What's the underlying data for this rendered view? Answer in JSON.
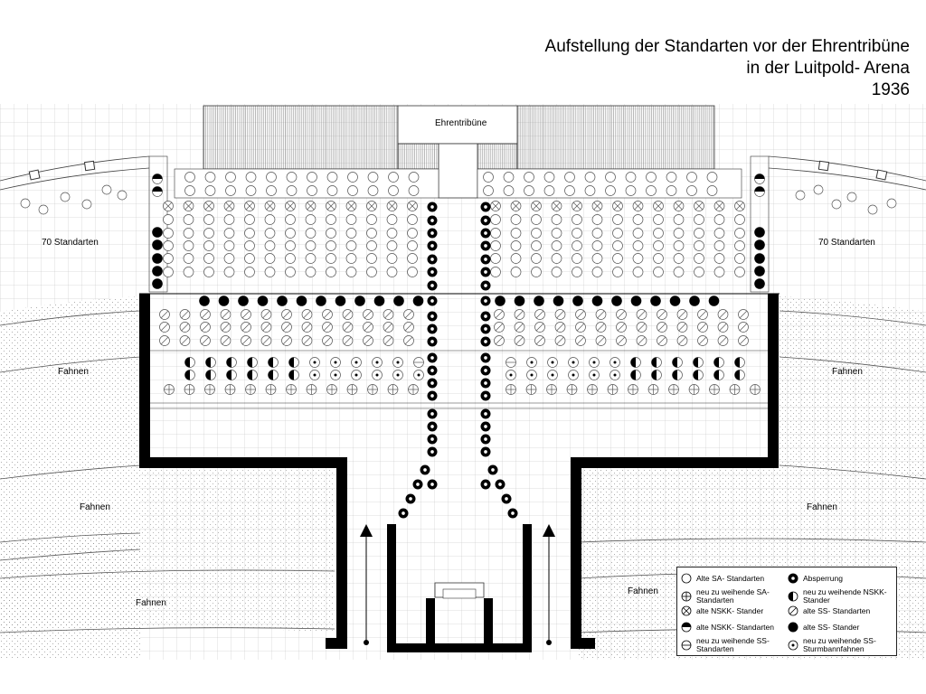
{
  "title": {
    "line1": "Aufstellung der Standarten vor der Ehrentribüne",
    "line2": "in der Luitpold- Arena",
    "line3": "1936"
  },
  "labels": {
    "tribune": "Ehrentribüne",
    "standards_left": "70 Standarten",
    "standards_right": "70 Standarten",
    "flags": "Fahnen"
  },
  "legend": [
    {
      "symbol": "empty",
      "text": "Alte SA- Standarten"
    },
    {
      "symbol": "ring",
      "text": "Absperrung"
    },
    {
      "symbol": "cross",
      "text": "neu zu weihende SA- Standarten"
    },
    {
      "symbol": "half-left",
      "text": "neu zu weihende NSKK- Stander"
    },
    {
      "symbol": "x-cross",
      "text": "alte NSKK- Stander"
    },
    {
      "symbol": "slash",
      "text": "alte SS- Standarten"
    },
    {
      "symbol": "half-top",
      "text": "alte NSKK- Standarten"
    },
    {
      "symbol": "filled",
      "text": "alte SS- Stander"
    },
    {
      "symbol": "hline",
      "text": "neu zu weihende SS- Standarten"
    },
    {
      "symbol": "dot",
      "text": "neu zu weihende SS- Sturmbannfahnen"
    }
  ]
}
